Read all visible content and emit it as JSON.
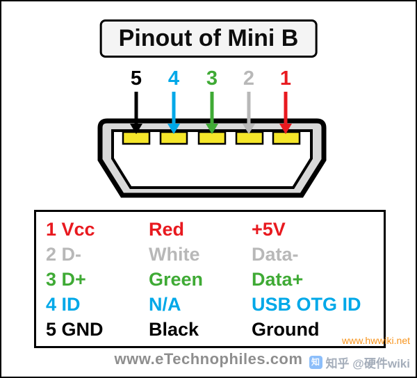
{
  "title": "Pinout of Mini B",
  "diagram": {
    "shell_color": "#d9d9d9",
    "pad_color": "#f5e62a",
    "pins": [
      {
        "number": "5",
        "color": "#000000"
      },
      {
        "number": "4",
        "color": "#00a8e8"
      },
      {
        "number": "3",
        "color": "#3faa35"
      },
      {
        "number": "2",
        "color": "#b8b8b8"
      },
      {
        "number": "1",
        "color": "#e8191f"
      }
    ]
  },
  "table": {
    "rows": [
      {
        "pin": "1 Vcc",
        "wire": "Red",
        "function": "+5V",
        "color": "#e8191f"
      },
      {
        "pin": "2 D-",
        "wire": "White",
        "function": "Data-",
        "color": "#b8b8b8"
      },
      {
        "pin": "3 D+",
        "wire": "Green",
        "function": "Data+",
        "color": "#3faa35"
      },
      {
        "pin": "4 ID",
        "wire": "N/A",
        "function": "USB OTG ID",
        "color": "#00a8e8"
      },
      {
        "pin": "5 GND",
        "wire": "Black",
        "function": "Ground",
        "color": "#000000"
      }
    ]
  },
  "footer": {
    "website": "www.eTechnophiles.com"
  },
  "watermarks": {
    "site": "www.hwwiki.net",
    "zhihu": "知乎 @硬件wiki"
  }
}
